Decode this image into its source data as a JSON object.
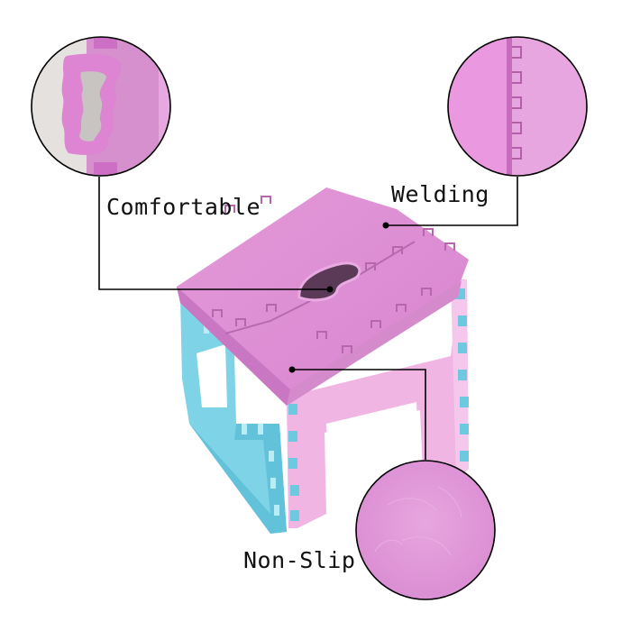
{
  "callouts": {
    "handle": {
      "label": "Comfortable",
      "icon": "handle-closeup-icon"
    },
    "hinge": {
      "label": "Welding",
      "icon": "hinge-closeup-icon"
    },
    "surface": {
      "label": "Non-Slip",
      "icon": "texture-closeup-icon"
    }
  },
  "colors": {
    "background": "#ffffff",
    "top_pink": "#de8cd6",
    "top_pink_light": "#e8a8e0",
    "side_pink": "#f0b8e4",
    "leg_blue": "#7dd3e8",
    "leg_blue_dark": "#5bbfd8",
    "leader_line": "#000000",
    "label_text": "#111111"
  }
}
